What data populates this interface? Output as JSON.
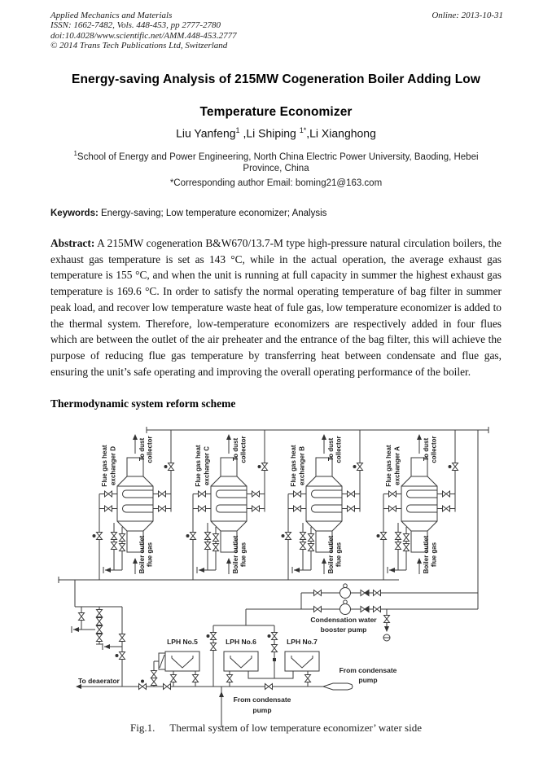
{
  "header": {
    "journal": "Applied Mechanics and Materials",
    "issn": "ISSN: 1662-7482, Vols. 448-453, pp 2777-2780",
    "doi": "doi:10.4028/www.scientific.net/AMM.448-453.2777",
    "copyright": "© 2014 Trans Tech Publications Ltd, Switzerland",
    "online": "Online: 2013-10-31"
  },
  "title": {
    "line1": "Energy-saving Analysis of 215MW Cogeneration Boiler Adding Low",
    "line2": "Temperature Economizer"
  },
  "authors": {
    "a1": "Liu Yanfeng",
    "s1": "1",
    "a2": " ,Li Shiping ",
    "s2": "1*",
    "a3": ",Li Xianghong"
  },
  "affiliation": {
    "sup": "1",
    "line1": "School of Energy and Power Engineering, North China Electric Power University, Baoding, Hebei",
    "line2": "Province, China"
  },
  "email": "*Corresponding author Email: boming21@163.com",
  "keywords": {
    "label": "Keywords:",
    "text": " Energy-saving; Low temperature economizer; Analysis"
  },
  "abstract": {
    "label": "Abstract:",
    "text": " A 215MW cogeneration B&W670/13.7-M type high-pressure natural circulation boilers, the exhaust gas temperature is set as 143 °C, while in the actual operation, the average exhaust gas temperature is 155 °C, and when the unit is running at full capacity in summer the highest exhaust gas temperature is 169.6 °C. In order to satisfy the normal operating temperature of bag filter in summer peak load, and recover low temperature waste heat of fule gas, low temperature economizer is added to the thermal system. Therefore, low-temperature economizers are respectively added in four flues which are between the outlet of the air preheater and the entrance of the bag filter, this will achieve the purpose of reducing flue gas temperature by transferring heat between condensate and flue gas, ensuring the unit’s safe operating and improving the overall operating performance of the boiler."
  },
  "section_heading": "Thermodynamic system reform scheme",
  "figure": {
    "units": [
      {
        "line1": "Flue gas heat",
        "line2": "exchanger D"
      },
      {
        "line1": "Flue gas heat",
        "line2": "exchanger C"
      },
      {
        "line1": "Flue gas heat",
        "line2": "exchanger B"
      },
      {
        "line1": "Flue gas heat",
        "line2": "exchanger A"
      }
    ],
    "to_dust": {
      "l1": "To dust",
      "l2": "collector"
    },
    "boiler_outlet": {
      "l1": "Boiler outlet",
      "l2": "flue gas"
    },
    "labels": {
      "lph5": "LPH No.5",
      "lph6": "LPH No.6",
      "lph7": "LPH  No.7",
      "to_deaerator": "To deaerator",
      "booster_l1": "Condensation water",
      "booster_l2": "booster pump",
      "from_cond_l1": "From condensate",
      "from_cond_l2": "pump"
    },
    "caption": {
      "fig": "Fig.1.",
      "text": "Thermal system of low temperature economizer’ water side"
    }
  }
}
